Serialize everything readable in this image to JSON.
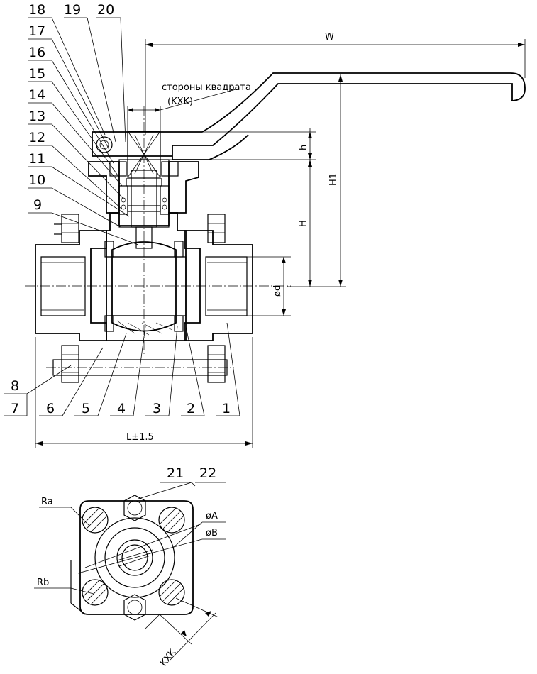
{
  "part_numbers_top": [
    "18",
    "19",
    "20",
    "17",
    "16",
    "15",
    "14",
    "13",
    "12",
    "11",
    "10",
    "9"
  ],
  "part_numbers_bottom": [
    "8",
    "7",
    "6",
    "5",
    "4",
    "3",
    "2",
    "1"
  ],
  "part_numbers_flange": [
    "21",
    "22"
  ],
  "dimensions": {
    "w": "W",
    "h": "h",
    "h1": "H1",
    "h_big": "H",
    "od": "ød",
    "l": "L±1.5",
    "square_note": "стороны квадрата",
    "kxk": "(KXK)",
    "kxk_bottom": "KXK",
    "oa": "øA",
    "ob": "øB",
    "ra": "Ra",
    "rb": "Rb"
  }
}
